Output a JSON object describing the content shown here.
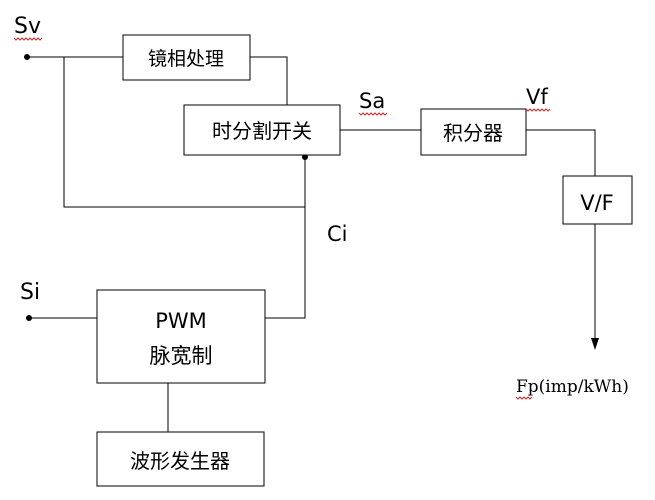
{
  "signals": {
    "sv": "Sv",
    "si": "Si",
    "sa": "Sa",
    "vf": "Vf",
    "ci": "Ci"
  },
  "blocks": {
    "mirror": "镜相处理",
    "switch": "时分割开关",
    "integrator": "积分器",
    "vf_converter": "V/F",
    "pwm_title": "PWM",
    "pwm_subtitle": "脉宽制",
    "waveform": "波形发生器"
  },
  "output": {
    "label": "Fp(imp/kWh)"
  }
}
